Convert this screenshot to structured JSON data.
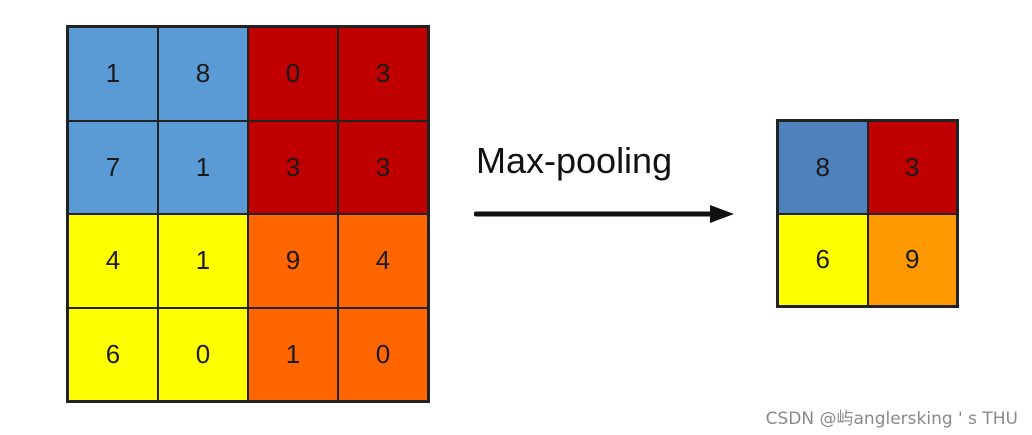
{
  "input_grid": {
    "rows": [
      [
        {
          "value": "1",
          "color": "#5B9BD5"
        },
        {
          "value": "8",
          "color": "#5B9BD5"
        },
        {
          "value": "0",
          "color": "#C00000"
        },
        {
          "value": "3",
          "color": "#C00000"
        }
      ],
      [
        {
          "value": "7",
          "color": "#5B9BD5"
        },
        {
          "value": "1",
          "color": "#5B9BD5"
        },
        {
          "value": "3",
          "color": "#C00000"
        },
        {
          "value": "3",
          "color": "#C00000"
        }
      ],
      [
        {
          "value": "4",
          "color": "#FFFF00"
        },
        {
          "value": "1",
          "color": "#FFFF00"
        },
        {
          "value": "9",
          "color": "#FF6600"
        },
        {
          "value": "4",
          "color": "#FF6600"
        }
      ],
      [
        {
          "value": "6",
          "color": "#FFFF00"
        },
        {
          "value": "0",
          "color": "#FFFF00"
        },
        {
          "value": "1",
          "color": "#FF6600"
        },
        {
          "value": "0",
          "color": "#FF6600"
        }
      ]
    ]
  },
  "operation": {
    "label": "Max-pooling"
  },
  "output_grid": {
    "rows": [
      [
        {
          "value": "8",
          "color": "#4F81BD"
        },
        {
          "value": "3",
          "color": "#C00000"
        }
      ],
      [
        {
          "value": "6",
          "color": "#FFFF00"
        },
        {
          "value": "9",
          "color": "#FF9900"
        }
      ]
    ]
  },
  "watermark": {
    "text": "CSDN @屿anglersking ' s THU"
  }
}
